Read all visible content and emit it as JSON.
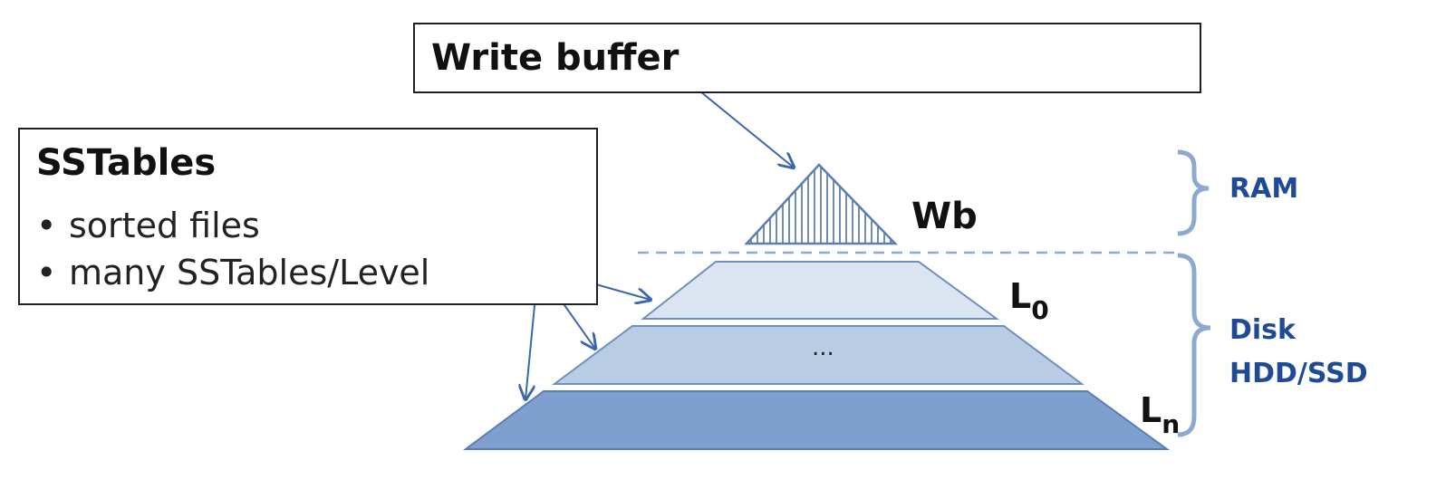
{
  "write_buffer_box": {
    "title": "Write buffer"
  },
  "sstables_box": {
    "title": "SSTables",
    "bullets": [
      "sorted files",
      "many SSTables/Level"
    ],
    "bullet_glyph": "•"
  },
  "pyramid": {
    "write_buffer_label": "Wb",
    "level_0_label_main": "L",
    "level_0_label_sub": "0",
    "middle_level_label": "...",
    "level_n_label_main": "L",
    "level_n_label_sub": "n"
  },
  "tiers": {
    "ram_label": "RAM",
    "disk_label_line1": "Disk",
    "disk_label_line2": "HDD/SSD"
  },
  "colors": {
    "arrow": "#3a66b0",
    "tier_text": "#1e4a96",
    "brace": "#8ea9d0",
    "level_0_fill": "#dbe5f1",
    "middle_level_fill": "#b8cce4",
    "level_n_fill": "#7f9fcf",
    "hatch": "#4e6f9e"
  }
}
